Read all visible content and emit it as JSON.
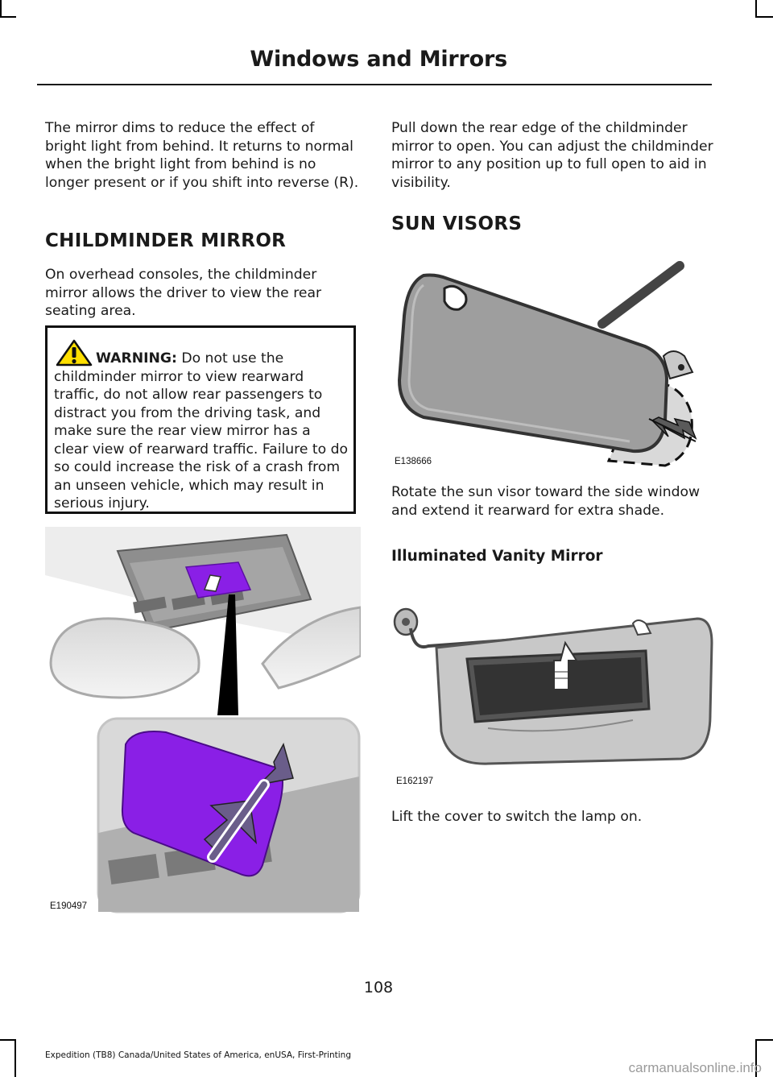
{
  "header": {
    "title": "Windows and Mirrors"
  },
  "left": {
    "intro_paragraph": "The mirror dims to reduce the effect of bright light from behind. It returns to normal when the bright light from behind is no longer present or if you shift into reverse (R).",
    "section_heading": "CHILDMINDER MIRROR",
    "section_paragraph": "On overhead consoles, the childminder mirror allows the driver to view the rear seating area.",
    "warning": {
      "label": "WARNING:",
      "text": " Do not use the childminder mirror to view rearward traffic, do not allow rear passengers to distract you from the driving task, and make sure the rear view mirror has a clear view of rearward traffic. Failure to do so could increase the risk of a crash from an unseen vehicle, which may result in serious injury."
    },
    "figure_code": "E190497"
  },
  "right": {
    "childminder_paragraph": "Pull down the rear edge of the childminder mirror to open. You can adjust the childminder mirror to any position up to full open to aid in visibility.",
    "section_heading": "SUN VISORS",
    "visor_figure_code": "E138666",
    "visor_paragraph": "Rotate the sun visor toward the side window and extend it rearward for extra shade.",
    "vanity_heading": "Illuminated Vanity Mirror",
    "vanity_figure_code": "E162197",
    "vanity_paragraph": "Lift the cover to switch the lamp on."
  },
  "footer": {
    "page_number": "108",
    "edition": "Expedition (TB8) Canada/United States of America, enUSA, First-Printing"
  },
  "watermark": "carmanualsonline.info",
  "colors": {
    "highlight_purple": "#8a1fe6",
    "warning_yellow": "#ffdf00"
  }
}
